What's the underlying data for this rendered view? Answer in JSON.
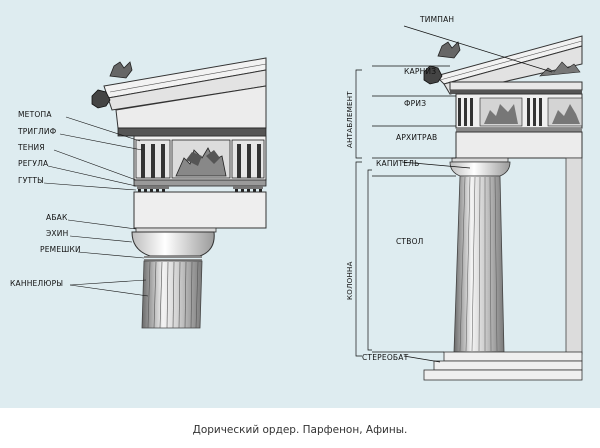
{
  "labels_left": {
    "metopa": "МЕТОПА",
    "triglif": "ТРИГЛИФ",
    "teniya": "ТЕНИЯ",
    "regula": "РЕГУЛА",
    "gutty": "ГУТТЫ",
    "abak": "АБАК",
    "ekhin": "ЭХИН",
    "remeshki": "РЕМЕШКИ",
    "kanneliury": "КАННЕЛЮРЫ"
  },
  "labels_right": {
    "timpan": "ТИМПАН",
    "karniz": "КАРНИЗ",
    "friz": "ФРИЗ",
    "arkhitrav": "АРХИТРАВ",
    "kapitel": "КАПИТЕЛЬ",
    "stvol": "СТВОЛ",
    "stereobat": "СТЕРЕОБАТ"
  },
  "labels_vertical": {
    "antablement": "АНТАБЛЕМЕНТ",
    "kolonna": "КОЛОННА"
  },
  "caption": "Дорический ордер. Парфенон, Афины."
}
